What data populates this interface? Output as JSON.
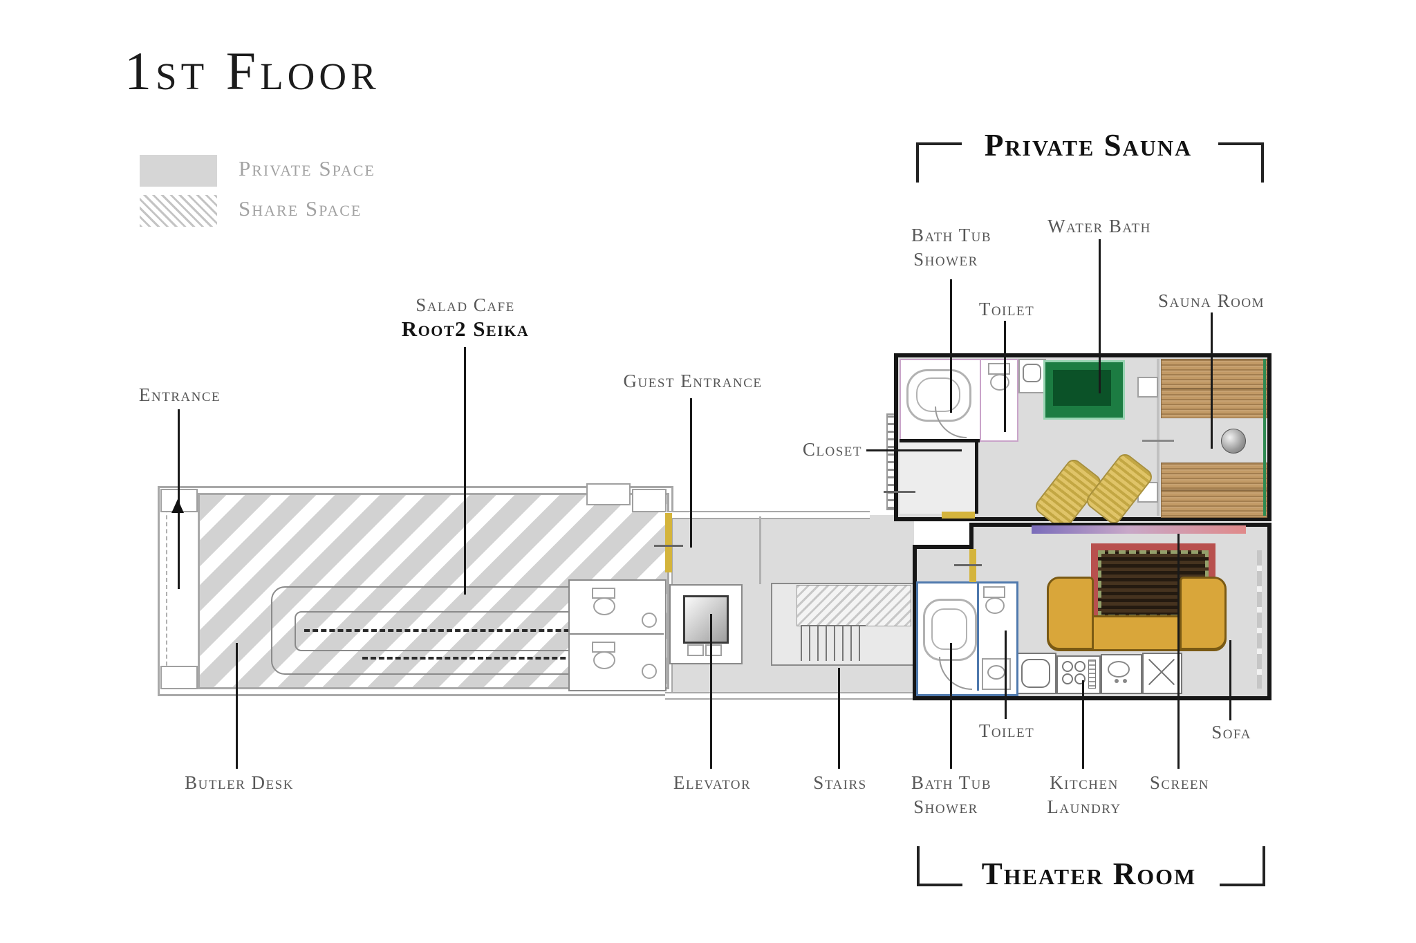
{
  "title": "1st Floor",
  "legend": {
    "private": "Private Space",
    "share": "Share Space"
  },
  "sauna_section": {
    "title": "Private Sauna",
    "labels": {
      "bath_tub": "Bath Tub",
      "shower": "Shower",
      "toilet": "Toilet",
      "water_bath": "Water Bath",
      "sauna_room": "Sauna Room",
      "closet": "Closet"
    }
  },
  "theater_section": {
    "title": "Theater Room",
    "labels": {
      "toilet": "Toilet",
      "bath_tub": "Bath Tub",
      "shower": "Shower",
      "kitchen": "Kitchen",
      "laundry": "Laundry",
      "screen": "Screen",
      "sofa": "Sofa"
    }
  },
  "cafe": {
    "name_line1": "Salad Cafe",
    "name_line2": "Root2 Seika",
    "entrance": "Entrance",
    "butler_desk": "Butler Desk"
  },
  "shared": {
    "guest_entrance": "Guest Entrance",
    "elevator": "Elevator",
    "stairs": "Stairs"
  },
  "colors": {
    "floor": "#dcdcdc",
    "hatch": "#d2d2d2",
    "wall": "#161616",
    "wall_gray": "#a8a8a8",
    "leader": "#1a1a1a",
    "label_gray": "#575757",
    "label_dark": "#141414",
    "legend_text": "#a2a2a2",
    "door_yellow": "#d4b43c",
    "water_bath_green": "#1c7c42",
    "water_bath_deep": "#0b5228",
    "water_bath_rim": "#98d4b2",
    "bench_wood": "#c29a66",
    "sofa_yellow": "#d9a63a",
    "rug_red": "#b8504e",
    "screen_purple": "#7a6cba",
    "screen_pink": "#e08a8a",
    "bath_wall_pink": "#c9a3c9",
    "bath_wall_blue": "#4f79ad",
    "sauna_wall_green": "#2f8a52"
  }
}
